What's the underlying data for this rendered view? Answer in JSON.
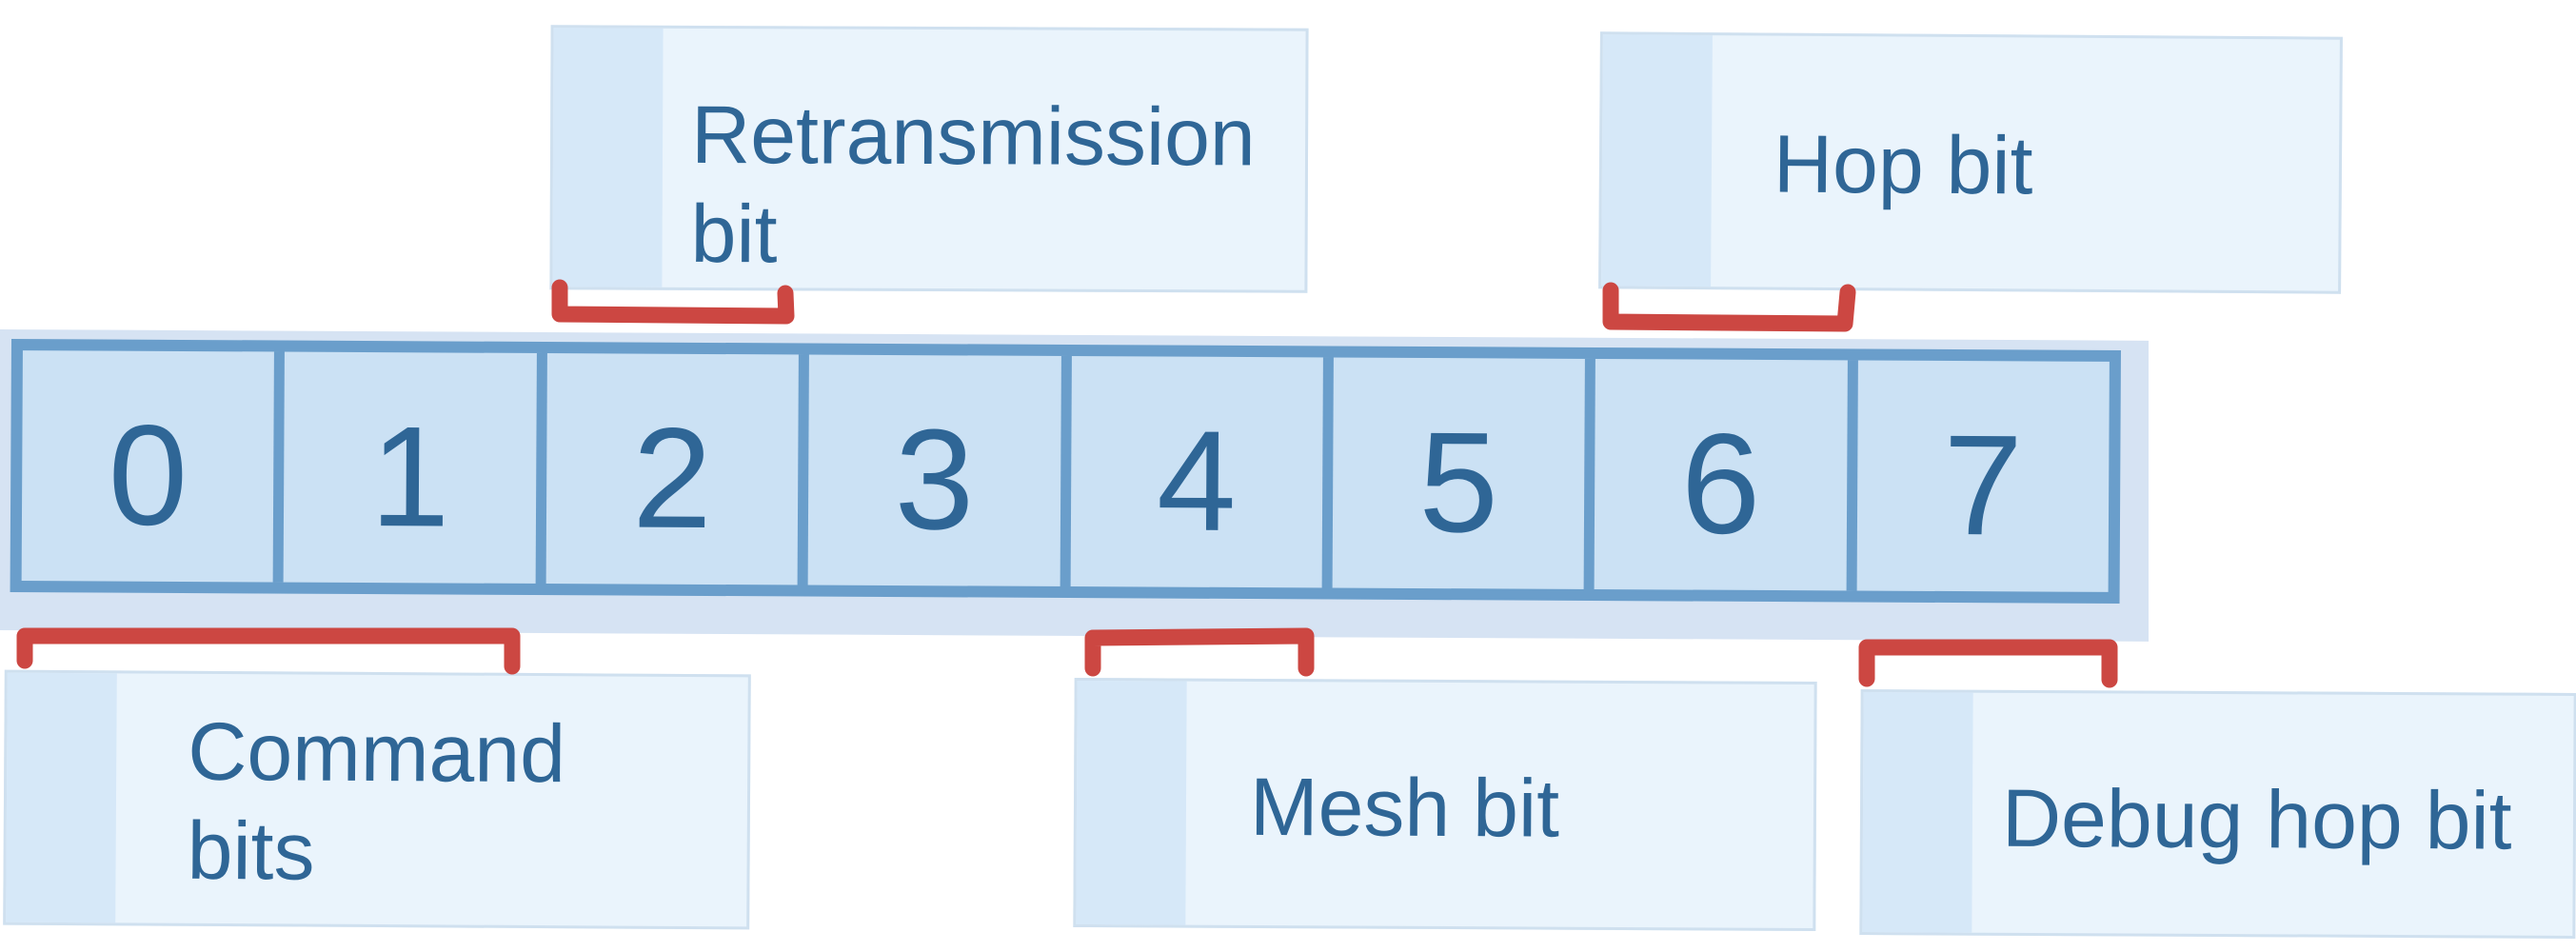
{
  "register": {
    "bits": [
      "0",
      "1",
      "2",
      "3",
      "4",
      "5",
      "6",
      "7"
    ]
  },
  "callouts": {
    "retransmission": "Retransmission bit",
    "hop": "Hop bit",
    "command": "Command bits",
    "mesh": "Mesh bit",
    "debug_hop": "Debug hop bit"
  },
  "colors": {
    "cell_fill": "#cbe1f4",
    "cell_border": "#6a9ecb",
    "digit_text": "#2f6696",
    "callout_fill": "#eaf4fc",
    "callout_tab": "#d6e8f8",
    "bracket": "#cc4742"
  }
}
